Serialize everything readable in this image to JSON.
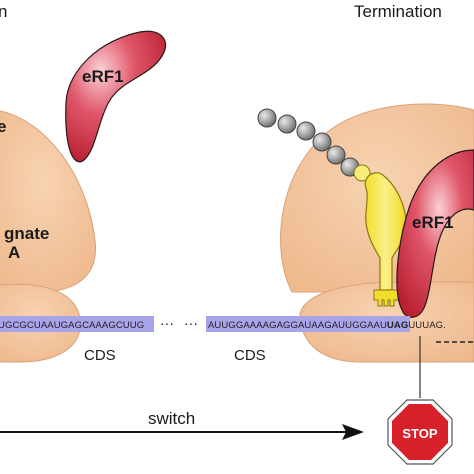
{
  "panels": {
    "left_title": "n",
    "right_title": "Termination"
  },
  "labels": {
    "erf1_free": "eRF1",
    "erf1_bound": "eRF1",
    "left_e": "e",
    "near_cognate_1": "gnate",
    "near_cognate_2": "A",
    "cds_left": "CDS",
    "cds_right": "CDS",
    "ellipsis": "···",
    "switch": "switch",
    "stop_sign": "STOP"
  },
  "sequences": {
    "left": "UGCGCUAAUGAGCAAAGCUUG",
    "right_main": "AUUGGAAAAGAGGAUAAGAUUGGAAU",
    "right_codon": "UAG",
    "right_tail": "UUUAG."
  },
  "colors": {
    "ribosome": "#f3c49c",
    "erf1_dark": "#c82a3a",
    "erf1_light": "#f4a0a8",
    "trna_yellow": "#f7e84a",
    "mrna_band": "#a7a4ea",
    "peptide_bead": "#9a9a9a",
    "stop_red": "#d8202a"
  }
}
